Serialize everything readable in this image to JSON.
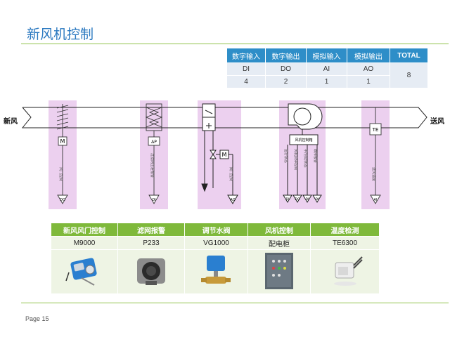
{
  "title": "新风机控制",
  "page": "Page  15",
  "io_table": {
    "headers": [
      "数字输入",
      "数字输出",
      "模拟输入",
      "模拟输出",
      "TOTAL"
    ],
    "types": [
      "DI",
      "DO",
      "AI",
      "AO"
    ],
    "counts": [
      "4",
      "2",
      "1",
      "1"
    ],
    "total": "8"
  },
  "diagram": {
    "inlet_label": "新风",
    "outlet_label": "送风",
    "m1": "M",
    "dp": "ΔP",
    "m2": "M",
    "te": "TE",
    "fan_box": "风机控制箱",
    "text_damper": "风门控制",
    "text_filter": "过滤网压差报警",
    "text_valve": "阀门控制",
    "text_fan1": "运行状态",
    "text_fan2": "风机启停控制",
    "text_fan3": "手/自动状态",
    "text_fan4": "故障报警",
    "text_temp": "送风温度",
    "sig_damper": "DO",
    "sig_filter": "DI",
    "sig_valve": "AO",
    "sig_fan1": "DI",
    "sig_fan2": "DO",
    "sig_fan3": "DI",
    "sig_fan4": "DI",
    "sig_temp": "AI"
  },
  "device_table": {
    "headers": [
      "新风风门控制",
      "滤网报警",
      "调节水阀",
      "风机控制",
      "温度检测"
    ],
    "models": [
      "M9000",
      "P233",
      "VG1000",
      "配电柜",
      "TE6300"
    ]
  },
  "colors": {
    "title": "#2a78c0",
    "io_header": "#2e8ec8",
    "device_header": "#7fb93b",
    "zone": "#ecd0ef",
    "rule": "#8fc34a"
  }
}
